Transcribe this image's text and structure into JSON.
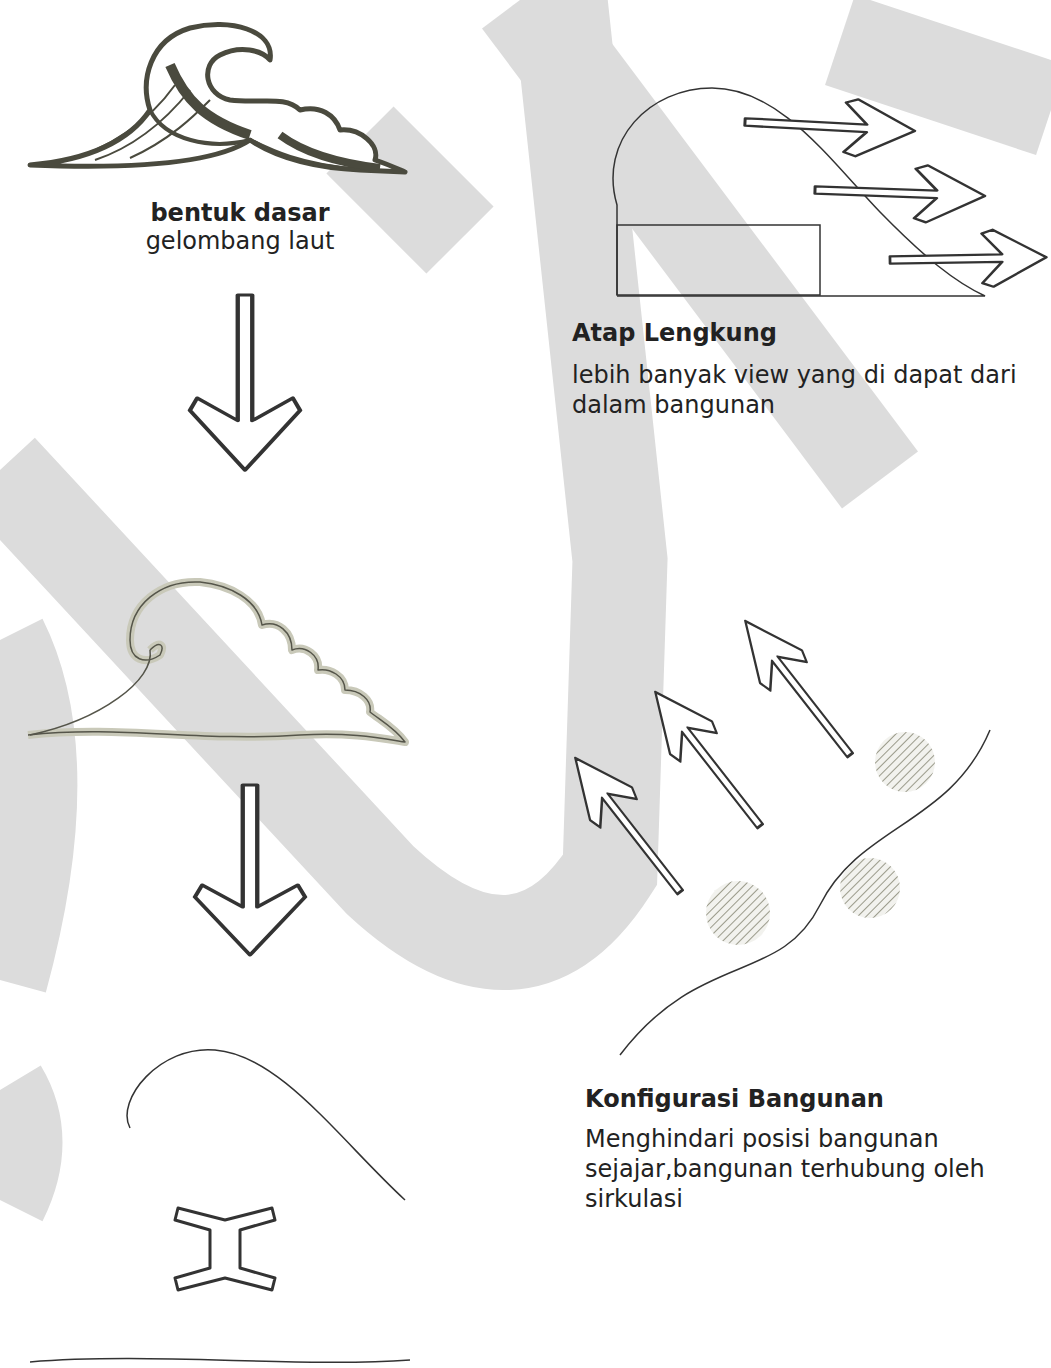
{
  "diagram": {
    "labels": [
      "bentuk dasar",
      "gelombang laut",
      "Atap Lengkung",
      "lebih banyak view yang di dapat dari dalam bangunan",
      "Konfigurasi Bangunan",
      "Menghindari posisi bangunan sejajar,bangunan terhubung oleh sirkulasi"
    ]
  }
}
